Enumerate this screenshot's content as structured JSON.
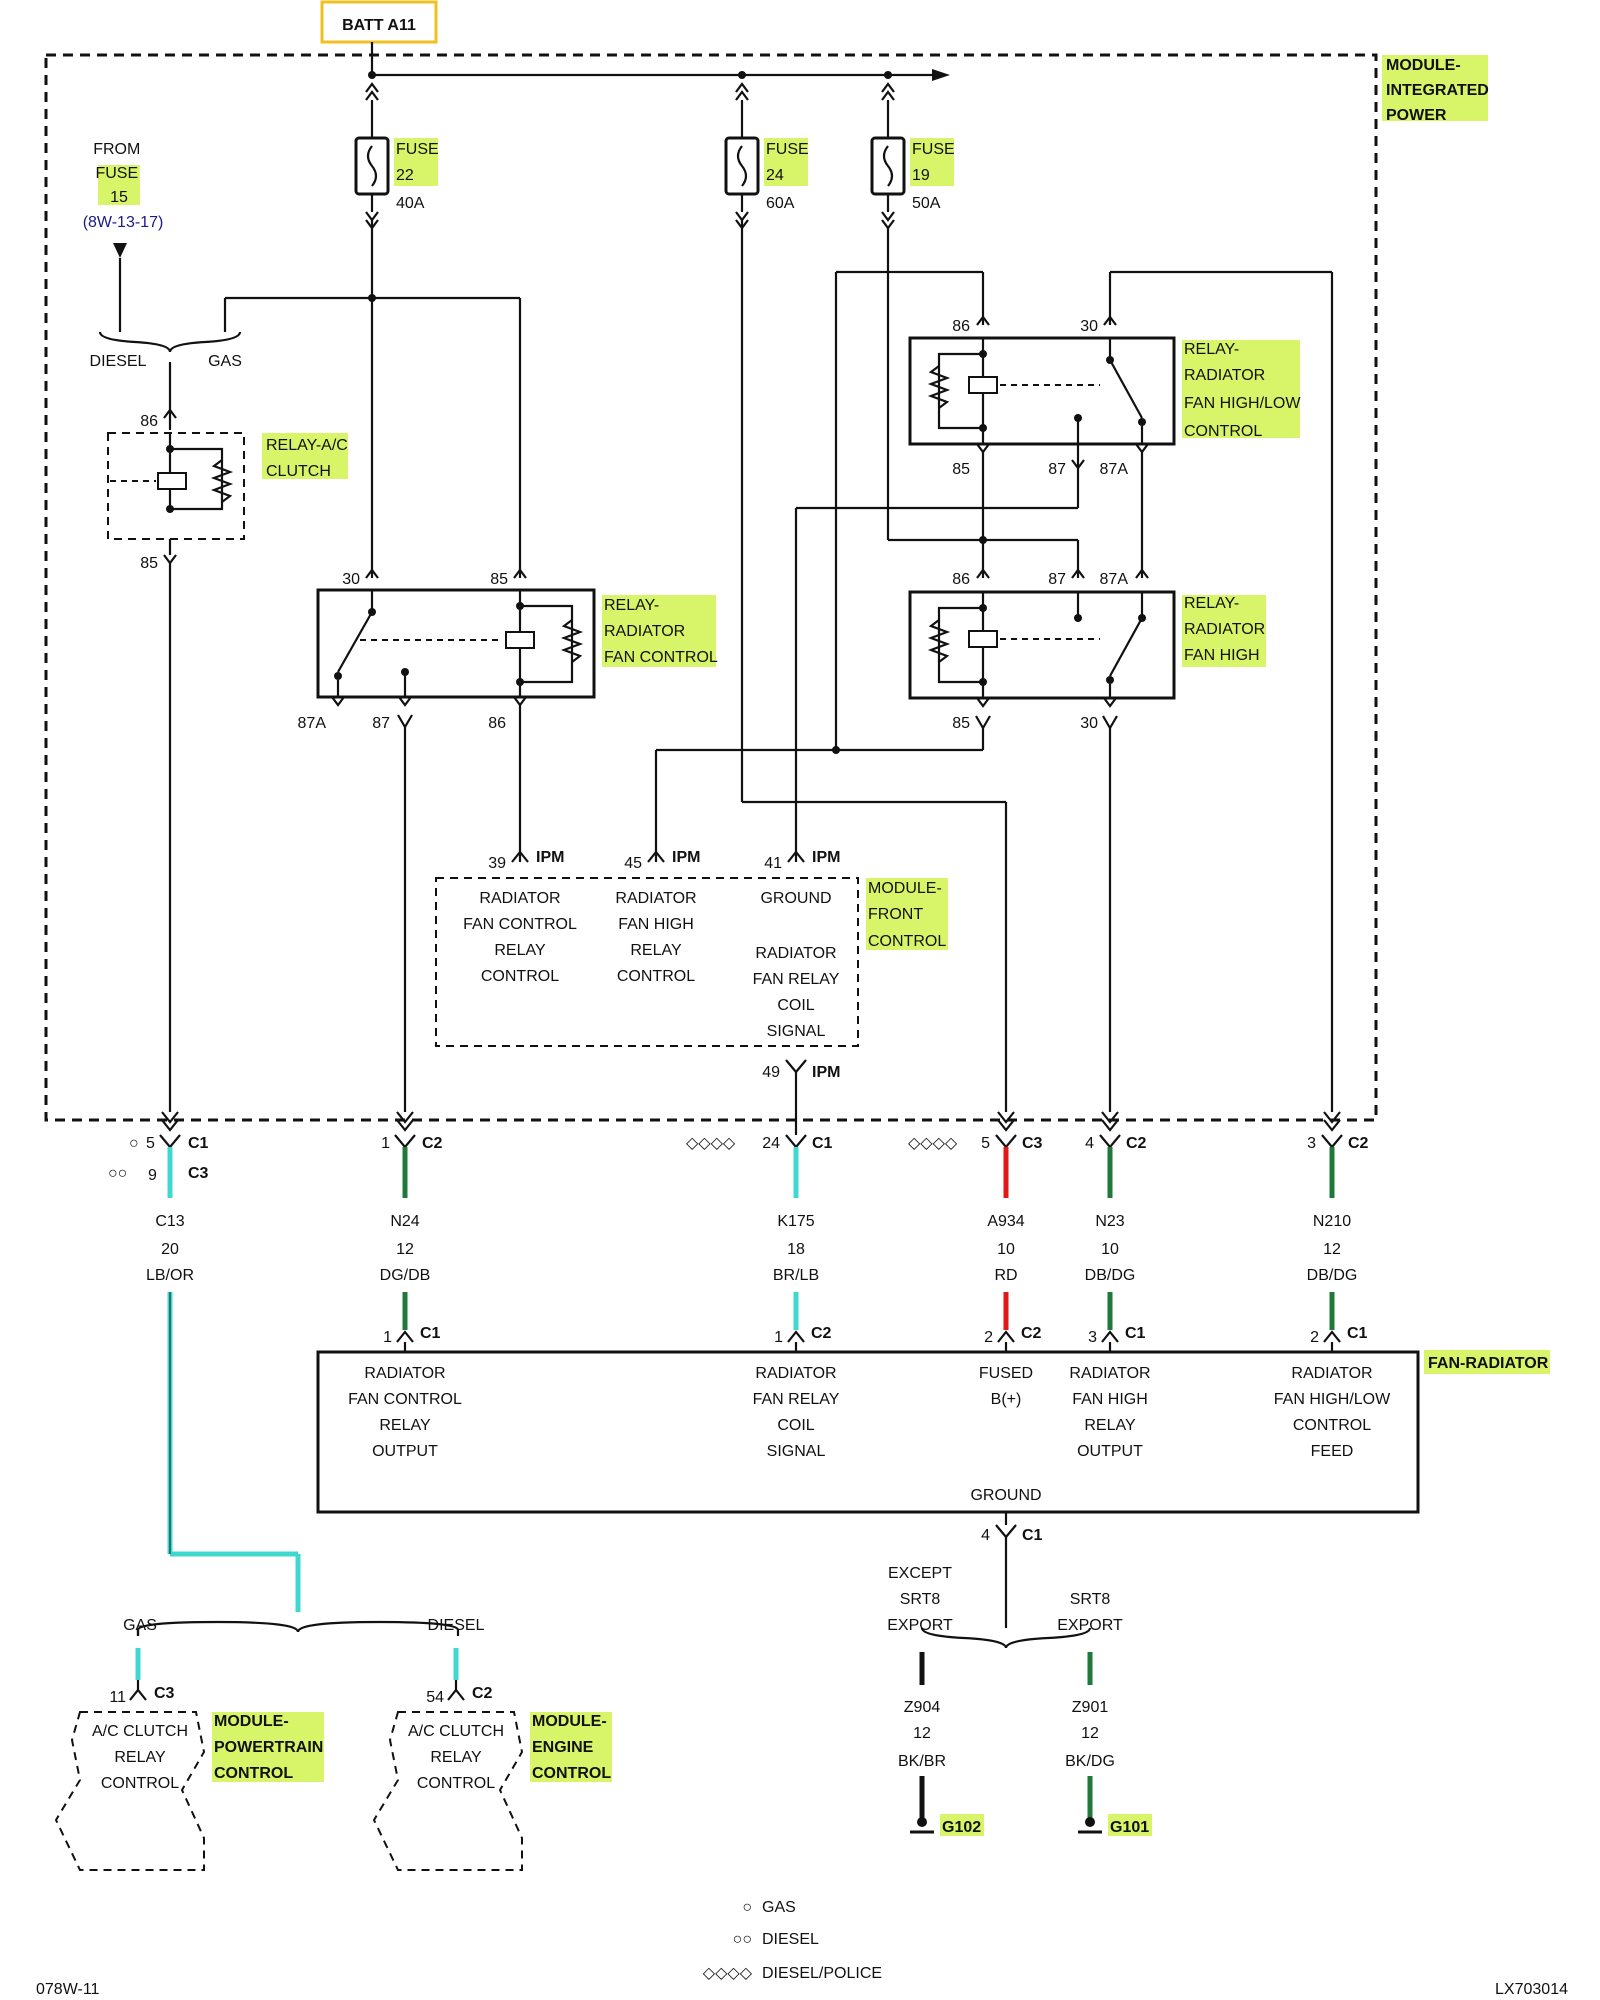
{
  "batt_label": "BATT A11",
  "ipm": {
    "label_lines": [
      "MODULE-",
      "INTEGRATED",
      "POWER"
    ]
  },
  "from_fuse": {
    "lines": [
      "FROM",
      "FUSE",
      "15"
    ],
    "ref": "(8W-13-17)"
  },
  "fuses": [
    {
      "id": "22",
      "label_lines": [
        "FUSE",
        "22"
      ],
      "rating": "40A"
    },
    {
      "id": "24",
      "label_lines": [
        "FUSE",
        "24"
      ],
      "rating": "60A"
    },
    {
      "id": "19",
      "label_lines": [
        "FUSE",
        "19"
      ],
      "rating": "50A"
    }
  ],
  "diesel_gas_top": {
    "diesel": "DIESEL",
    "gas": "GAS"
  },
  "relays": {
    "ac_clutch": {
      "label_lines": [
        "RELAY-A/C",
        "CLUTCH"
      ],
      "pins": {
        "top": "86",
        "bottom": "85"
      }
    },
    "fan_control": {
      "label_lines": [
        "RELAY-",
        "RADIATOR",
        "FAN CONTROL"
      ],
      "pins": {
        "p30": "30",
        "p85": "85",
        "p87a": "87A",
        "p87": "87",
        "p86": "86"
      }
    },
    "high_low": {
      "label_lines": [
        "RELAY-",
        "RADIATOR",
        "FAN HIGH/LOW",
        "CONTROL"
      ],
      "pins": {
        "p86": "86",
        "p30": "30",
        "p85": "85",
        "p87": "87",
        "p87a": "87A"
      }
    },
    "high": {
      "label_lines": [
        "RELAY-",
        "RADIATOR",
        "FAN HIGH"
      ],
      "pins": {
        "p86": "86",
        "p87": "87",
        "p87a": "87A",
        "p85": "85",
        "p30": "30"
      }
    }
  },
  "fcm": {
    "label_lines": [
      "MODULE-",
      "FRONT",
      "CONTROL"
    ],
    "pins": [
      {
        "num": "39",
        "conn": "IPM",
        "text": [
          "RADIATOR",
          "FAN CONTROL",
          "RELAY",
          "CONTROL"
        ]
      },
      {
        "num": "45",
        "conn": "IPM",
        "text": [
          "RADIATOR",
          "FAN HIGH",
          "RELAY",
          "CONTROL"
        ]
      },
      {
        "num": "41",
        "conn": "IPM",
        "text": [
          "GROUND",
          "",
          "RADIATOR",
          "FAN RELAY",
          "COIL",
          "SIGNAL"
        ]
      }
    ],
    "bottom_pin": {
      "num": "49",
      "conn": "IPM"
    }
  },
  "ipm_connectors": [
    {
      "num": "5",
      "conn": "C1",
      "alt_num": "9",
      "alt_conn": "C3"
    },
    {
      "num": "1",
      "conn": "C2"
    },
    {
      "num": "24",
      "conn": "C1"
    },
    {
      "num": "5",
      "conn": "C3"
    },
    {
      "num": "4",
      "conn": "C2"
    },
    {
      "num": "3",
      "conn": "C2"
    }
  ],
  "wires": [
    {
      "circuit": "C13",
      "gauge": "20",
      "color": "LB/OR"
    },
    {
      "circuit": "N24",
      "gauge": "12",
      "color": "DG/DB"
    },
    {
      "circuit": "K175",
      "gauge": "18",
      "color": "BR/LB"
    },
    {
      "circuit": "A934",
      "gauge": "10",
      "color": "RD"
    },
    {
      "circuit": "N23",
      "gauge": "10",
      "color": "DB/DG"
    },
    {
      "circuit": "N210",
      "gauge": "12",
      "color": "DB/DG"
    }
  ],
  "fan": {
    "label": "FAN-RADIATOR",
    "pins": [
      {
        "num": "1",
        "conn": "C1",
        "text": [
          "RADIATOR",
          "FAN CONTROL",
          "RELAY",
          "OUTPUT"
        ]
      },
      {
        "num": "1",
        "conn": "C2",
        "text": [
          "RADIATOR",
          "FAN RELAY",
          "COIL",
          "SIGNAL"
        ]
      },
      {
        "num": "2",
        "conn": "C2",
        "text": [
          "FUSED",
          "B(+)"
        ]
      },
      {
        "num": "3",
        "conn": "C1",
        "text": [
          "RADIATOR",
          "FAN HIGH",
          "RELAY",
          "OUTPUT"
        ]
      },
      {
        "num": "2",
        "conn": "C1",
        "text": [
          "RADIATOR",
          "FAN HIGH/LOW",
          "CONTROL",
          "FEED"
        ]
      }
    ],
    "ground_label": "GROUND",
    "ground_pin": {
      "num": "4",
      "conn": "C1"
    }
  },
  "ground_split": {
    "left": [
      "EXCEPT",
      "SRT8",
      "EXPORT"
    ],
    "right": [
      "SRT8",
      "EXPORT"
    ],
    "wires": [
      {
        "circuit": "Z904",
        "gauge": "12",
        "color": "BK/BR",
        "ground": "G102"
      },
      {
        "circuit": "Z901",
        "gauge": "12",
        "color": "BK/DG",
        "ground": "G101"
      }
    ]
  },
  "bottom_split": {
    "gas": "GAS",
    "diesel": "DIESEL"
  },
  "pcm": {
    "pin": "11",
    "conn": "C3",
    "text": [
      "A/C CLUTCH",
      "RELAY",
      "CONTROL"
    ],
    "label_lines": [
      "MODULE-",
      "POWERTRAIN",
      "CONTROL"
    ]
  },
  "ecm": {
    "pin": "54",
    "conn": "C2",
    "text": [
      "A/C CLUTCH",
      "RELAY",
      "CONTROL"
    ],
    "label_lines": [
      "MODULE-",
      "ENGINE",
      "CONTROL"
    ]
  },
  "legend": [
    {
      "symbol": "○",
      "text": "GAS"
    },
    {
      "symbol": "○○",
      "text": "DIESEL"
    },
    {
      "symbol": "◇◇◇◇",
      "text": "DIESEL/POLICE"
    }
  ],
  "footer": {
    "left": "078W-11",
    "right": "LX703014"
  },
  "wire_colors": {
    "cyan": "#3fd8d0",
    "red": "#e01818",
    "green": "#1f7a3a",
    "highlight": "#d8f56a",
    "batt_box": "#f0c020"
  }
}
